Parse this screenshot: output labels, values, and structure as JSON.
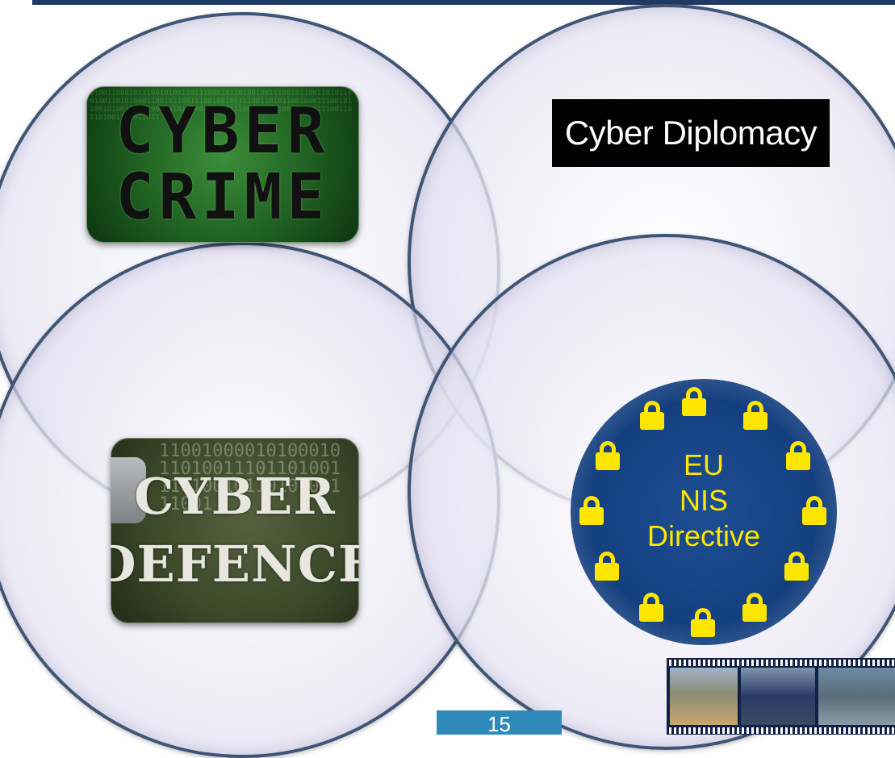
{
  "slide": {
    "page_number": "15"
  },
  "cybercrime_tile": {
    "line1": "CYBER",
    "line2": "CRIME",
    "background_bits": "0100110001011100101001101110001011010010011100101100110101100100110101000110010110011100100100111001101011001000111001011001010011011100100101010011001011100101110100110010111001101101001101011011"
  },
  "diplomacy_label": {
    "text": "Cyber Diplomacy"
  },
  "defence_tile": {
    "line1": "CYBER",
    "line2": "DEFENCE",
    "background_bits": "11001000010100010110100111011010011101001011010100111001"
  },
  "eu_badge": {
    "line1": "EU",
    "line2": "NIS",
    "line3": "Directive",
    "icon": "padlock-icon",
    "colors": {
      "disc": "#1d4e93",
      "accent": "#ffe600"
    }
  },
  "colors": {
    "top_bar": "#1f3a63",
    "circle_border": "#3e5576",
    "page_number_bg": "#2f8aba"
  }
}
